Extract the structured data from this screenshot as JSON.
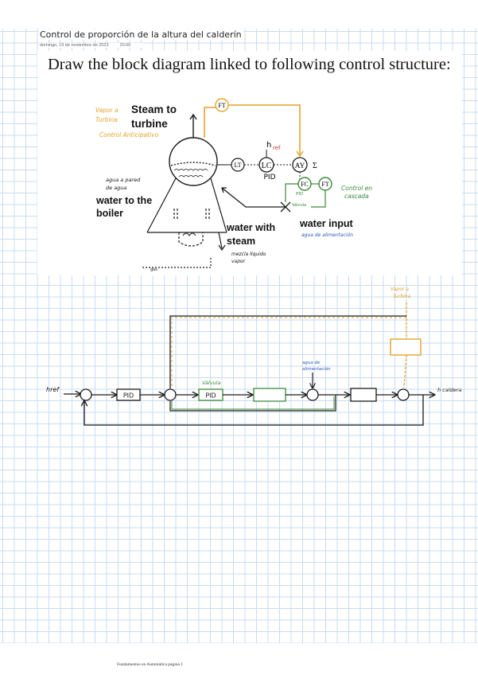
{
  "note": {
    "title": "Control de proporción de la altura del calderín",
    "date": "domingo, 19 de noviembre de 2023",
    "time": "20:00"
  },
  "slide": {
    "headline": "Draw the block diagram linked to following control structure:",
    "labels": {
      "steam_to": "Steam to",
      "turbine": "turbine",
      "water_to_the": "water to the",
      "boiler": "boiler",
      "water_with": "water with",
      "steam": "steam",
      "water_input": "water input",
      "ft": "FT",
      "lt": "LT",
      "lc": "LC",
      "ay": "AY",
      "fc": "FC",
      "sigma": "Σ",
      "href_h": "h",
      "href_sub": "ref",
      "pid": "PID"
    },
    "annotations": {
      "vapor_a": "Vapor a",
      "turbina": "Turbina",
      "control_anticipativo": "Control Anticipativo",
      "agua_a_pared": "agua a pared",
      "de_agua": "de agua",
      "mezcla_liquido": "mezcla líquido",
      "vapor": "vapor",
      "control_en": "Control en",
      "cascada": "cascada",
      "pid_small": "PID",
      "valvula": "Válvula",
      "agua_de_alimentacion": "agua de alimentación",
      "gas": "gas"
    }
  },
  "block_diagram": {
    "input_label": "href",
    "output_label": "h caldera",
    "pid_1": "PID",
    "pid_2": "PID",
    "valvula": "Válvula",
    "agua_de": "agua de",
    "alimentacion": "alimentación",
    "vapor_a": "Vapor a",
    "turbina": "Turbina"
  },
  "footer": "Fundamentos en Automática página 1",
  "colors": {
    "grid": "#c9dcef",
    "orange": "#e3a42b",
    "green": "#3a8a3a",
    "blue": "#2b56b8",
    "ink": "#1a1a1a"
  }
}
